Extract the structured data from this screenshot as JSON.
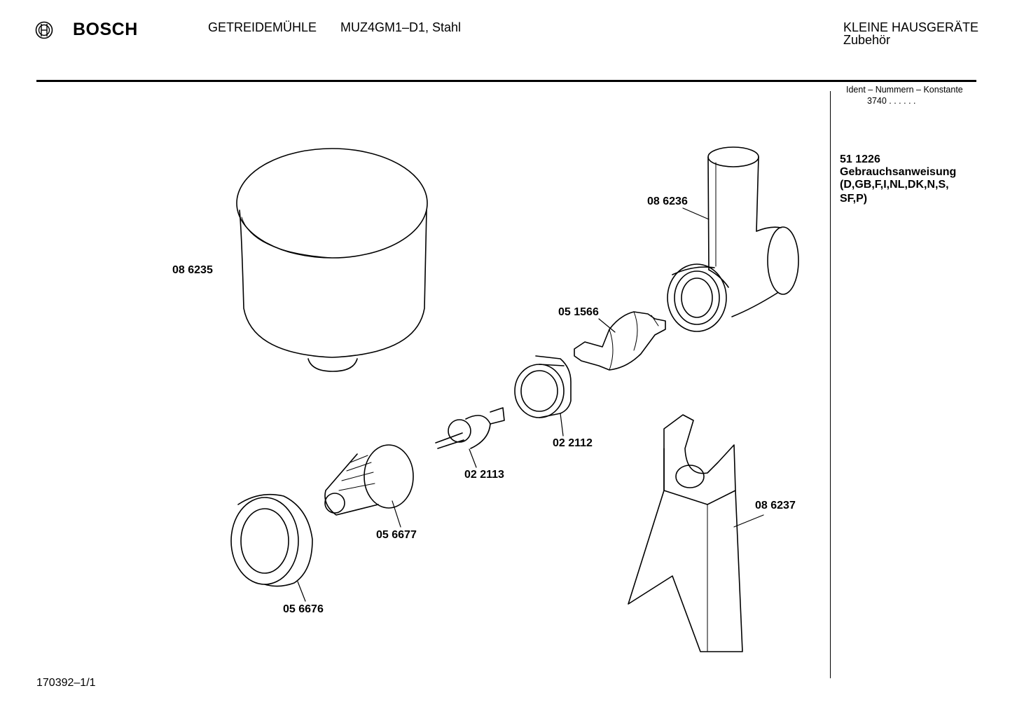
{
  "header": {
    "brand": "BOSCH",
    "product": "GETREIDEMÜHLE",
    "model": "MUZ4GM1–D1, Stahl",
    "category": "KLEINE HAUSGERÄTE",
    "subcategory": "Zubehör"
  },
  "ident": {
    "label": "Ident – Nummern – Konstante",
    "value": "3740 . .   . . . ."
  },
  "document": {
    "number": "51 1226",
    "title": "Gebrauchsanweisung",
    "languages_line1": "(D,GB,F,I,NL,DK,N,S,",
    "languages_line2": "SF,P)"
  },
  "parts": [
    {
      "id": "hopper",
      "number": "08 6235"
    },
    {
      "id": "housing",
      "number": "08 6236"
    },
    {
      "id": "auger",
      "number": "05 1566"
    },
    {
      "id": "outer-grinder-ring",
      "number": "02 2112"
    },
    {
      "id": "inner-grinder-cone",
      "number": "02 2113"
    },
    {
      "id": "grinding-cone",
      "number": "05 6677"
    },
    {
      "id": "locking-ring",
      "number": "05 6676"
    },
    {
      "id": "stand",
      "number": "08 6237"
    }
  ],
  "footer": {
    "page_ref": "170392–1/1"
  }
}
